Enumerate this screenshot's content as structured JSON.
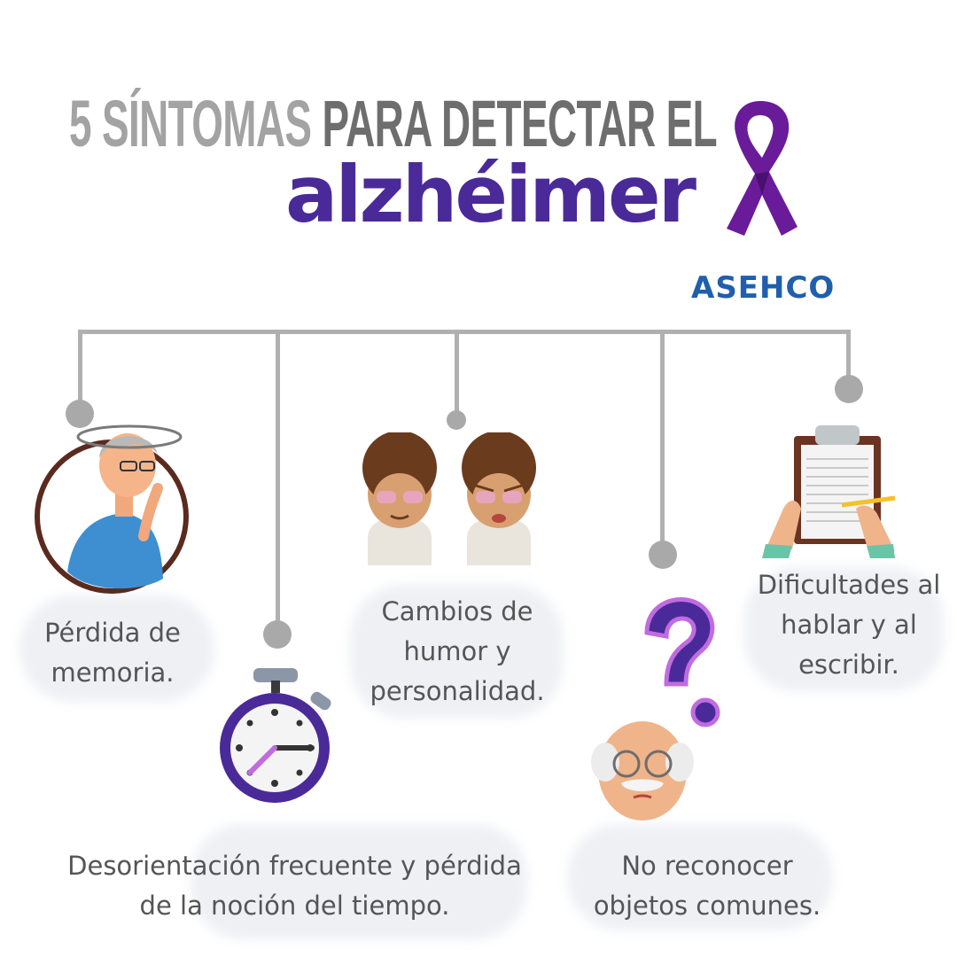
{
  "title": {
    "line1_part1": "5 SÍNTOMAS",
    "line1_part2": "PARA DETECTAR EL",
    "line2": "alzhéimer"
  },
  "logo": {
    "text": "ASEHCO"
  },
  "symptoms": [
    {
      "label": "Pérdida de memoria."
    },
    {
      "label": "Desorientación frecuente y pérdida de la noción del tiempo."
    },
    {
      "label": "Cambios de humor y personalidad."
    },
    {
      "label": "No reconocer objetos comunes."
    },
    {
      "label": "Dificultades al hablar y al escribir."
    }
  ],
  "colors": {
    "brand_purple": "#4a2a98",
    "ribbon_purple": "#6a1b9a",
    "logo_blue": "#1f5fae",
    "gray_text": "#555555"
  },
  "icons": [
    "awareness-ribbon-icon",
    "dizzy-man-icon",
    "stopwatch-icon",
    "moody-faces-icon",
    "question-mark-icon",
    "elderly-man-icon",
    "clipboard-writing-icon"
  ]
}
